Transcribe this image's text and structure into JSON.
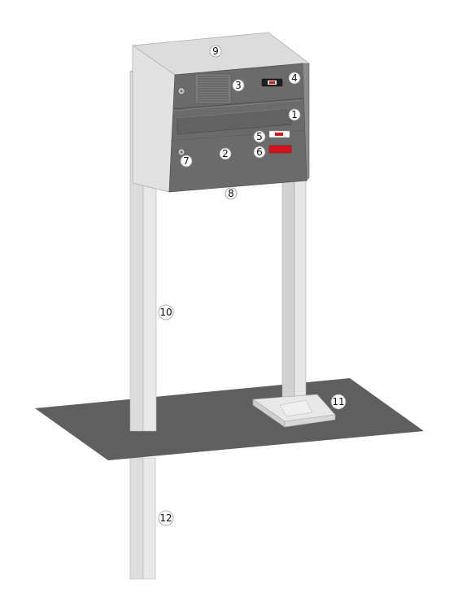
{
  "diagram": {
    "callouts": [
      {
        "id": "1",
        "label": "1"
      },
      {
        "id": "2",
        "label": "2"
      },
      {
        "id": "3",
        "label": "3"
      },
      {
        "id": "4",
        "label": "4"
      },
      {
        "id": "5",
        "label": "5"
      },
      {
        "id": "6",
        "label": "6"
      },
      {
        "id": "7",
        "label": "7"
      },
      {
        "id": "8",
        "label": "8"
      },
      {
        "id": "9",
        "label": "9"
      },
      {
        "id": "10",
        "label": "10"
      },
      {
        "id": "11",
        "label": "11"
      },
      {
        "id": "12",
        "label": "12"
      }
    ],
    "colors": {
      "box_top": "#dcdcdc",
      "box_front": "#6d6d6d",
      "box_side": "#8a8a8a",
      "post_light": "#e4e4e4",
      "post_shade": "#c9c9c9",
      "ground": "#5e5e5e",
      "plate_red": "#d4141c"
    }
  }
}
